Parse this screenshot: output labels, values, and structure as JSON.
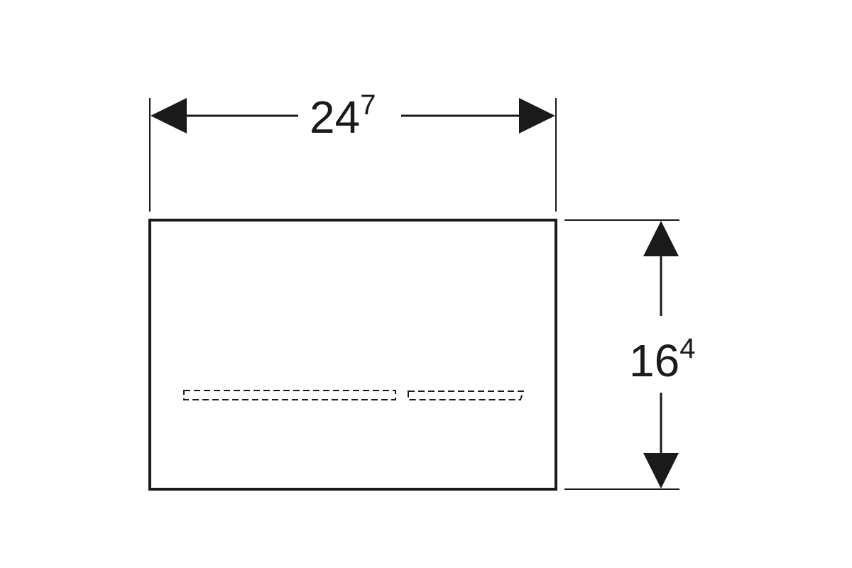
{
  "diagram": {
    "width_dimension": {
      "main": "24",
      "sup": "7"
    },
    "height_dimension": {
      "main": "16",
      "sup": "4"
    },
    "colors": {
      "line": "#1a1a1a",
      "background": "#ffffff"
    }
  }
}
